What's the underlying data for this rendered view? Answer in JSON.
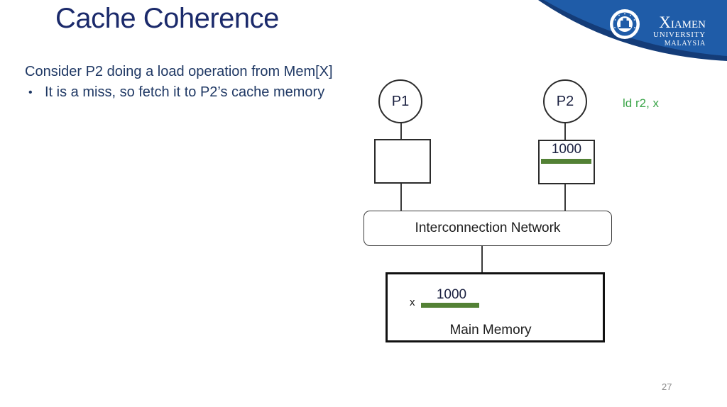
{
  "slide": {
    "title": "Cache Coherence",
    "page_number": "27"
  },
  "content": {
    "intro": "Consider P2 doing a load operation from Mem[X]",
    "bullet_glyph": "•",
    "bullet_text": "It is a miss, so fetch it to P2’s cache memory"
  },
  "logo": {
    "name_initial": "X",
    "name_rest": "IAMEN",
    "line2": "UNIVERSITY",
    "line3": "MALAYSIA"
  },
  "diagram": {
    "p1_label": "P1",
    "p2_label": "P2",
    "p2_cache_value": "1000",
    "instruction": "ld r2, x",
    "interconnect_label": "Interconnection Network",
    "mem_value": "1000",
    "mem_var": "x",
    "mem_label": "Main Memory"
  },
  "colors": {
    "banner_blue": "#1f5ca8",
    "banner_edge": "#143c78",
    "title_navy": "#1b2a6b",
    "body_navy": "#1f3864",
    "green_bar": "#538135",
    "green_text": "#3ba549"
  }
}
